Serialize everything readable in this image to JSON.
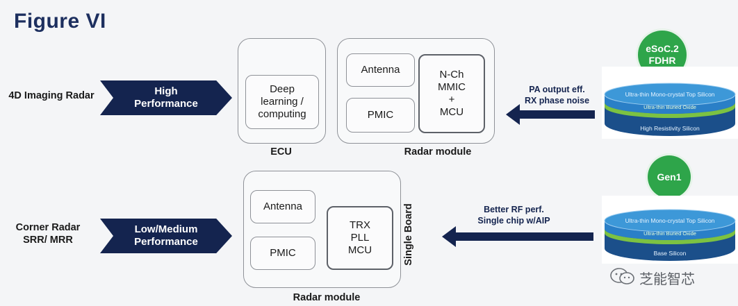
{
  "figure_title": "Figure VI",
  "rows": [
    {
      "label": "4D Imaging Radar",
      "tier": "High\nPerformance"
    },
    {
      "label": "Corner Radar\nSRR/ MRR",
      "tier": "Low/Medium\nPerformance"
    }
  ],
  "ecu": {
    "caption": "ECU",
    "block": "Deep\nlearning /\ncomputing"
  },
  "radar_module_top": {
    "caption": "Radar module",
    "antenna": "Antenna",
    "pmic": "PMIC",
    "chip": "N-Ch\nMMIC\n+\nMCU"
  },
  "radar_module_bottom": {
    "caption": "Radar module",
    "side_caption": "Single Board",
    "antenna": "Antenna",
    "pmic": "PMIC",
    "chip": "TRX\nPLL\nMCU"
  },
  "arrows": {
    "top": "PA output eff.\nRX phase noise",
    "bottom": "Better RF perf.\nSingle chip w/AIP"
  },
  "badges": {
    "top": "eSoC.2\nFDHR",
    "bottom": "Gen1"
  },
  "wafers": {
    "top": {
      "layer1": "Ultra-thin Mono-crystal Top Silicon",
      "layer2": "Ultra-thin Buried Oxide",
      "substrate": "High Resistivity Silicon"
    },
    "bottom": {
      "layer1": "Ultra-thin Mono-crystal Top Silicon",
      "layer2": "Ultra-thin Buried Oxide",
      "substrate": "Base Silicon"
    }
  },
  "watermark": "芝能智芯",
  "colors": {
    "navy": "#14244f",
    "badge_green": "#2ea54a",
    "wafer_blue": "#1f6fb3"
  }
}
